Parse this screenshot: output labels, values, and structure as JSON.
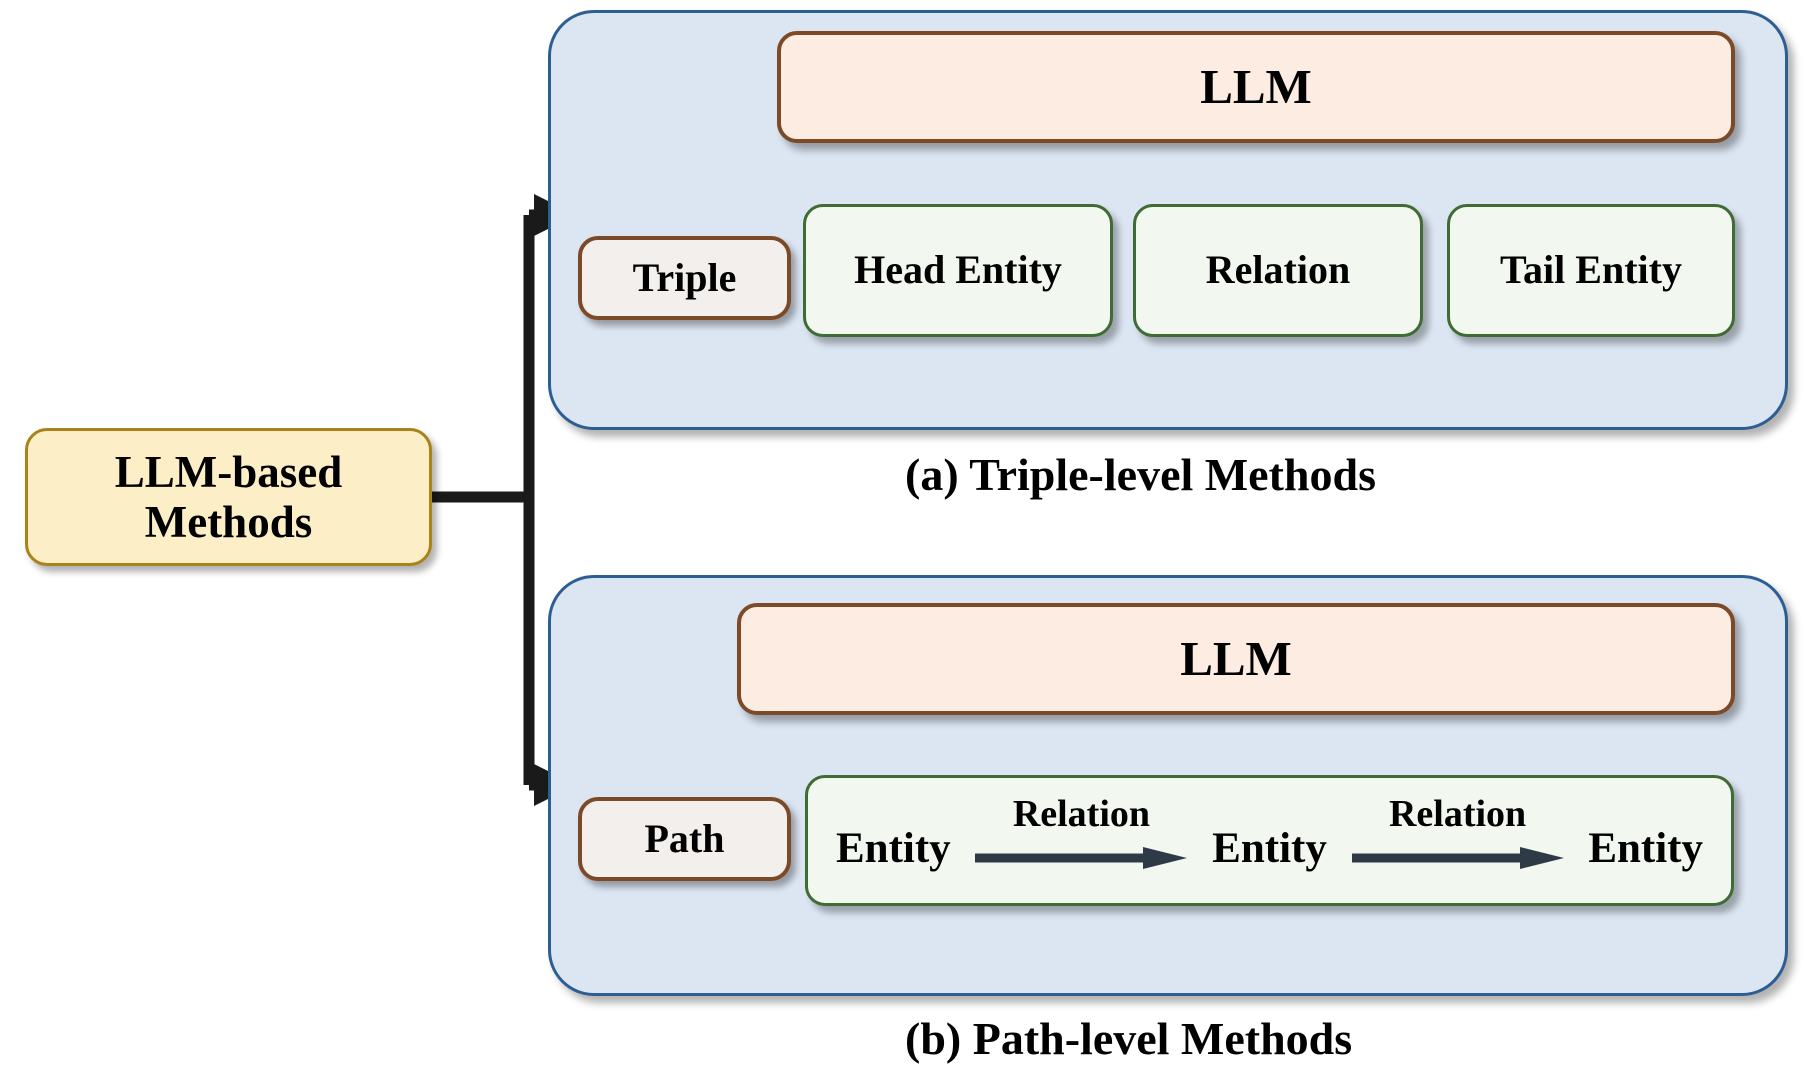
{
  "diagram": {
    "root": {
      "label": "LLM-based Methods",
      "line1": "LLM-based",
      "line2": "Methods",
      "fill": "#fcefc7",
      "border": "#a9821a"
    },
    "panels": [
      {
        "id": "triple-level",
        "caption": "(a) Triple-level Methods",
        "fill": "#dce6f3",
        "border": "#2d5e92",
        "llm": {
          "label": "LLM",
          "fill": "#fcece1",
          "border": "#7d4a27"
        },
        "chip": {
          "label": "Triple",
          "fill": "#f2efed",
          "border": "#7d4a27"
        },
        "nodes": [
          {
            "label": "Head Entity",
            "fill": "#f2f8ef",
            "border": "#3f6b35"
          },
          {
            "label": "Relation",
            "fill": "#f2f8ef",
            "border": "#3f6b35"
          },
          {
            "label": "Tail Entity",
            "fill": "#f2f8ef",
            "border": "#3f6b35"
          }
        ]
      },
      {
        "id": "path-level",
        "caption": "(b) Path-level Methods",
        "fill": "#dce6f3",
        "border": "#2d5e92",
        "llm": {
          "label": "LLM",
          "fill": "#fcece1",
          "border": "#7d4a27"
        },
        "chip": {
          "label": "Path",
          "fill": "#f2efed",
          "border": "#7d4a27"
        },
        "path_sequence": {
          "entities": [
            "Entity",
            "Entity",
            "Entity"
          ],
          "relations": [
            "Relation",
            "Relation"
          ],
          "arrow_color": "#2f3a47"
        }
      }
    ],
    "connector": {
      "color": "#1a1a1a",
      "arrow_count": 2
    }
  }
}
